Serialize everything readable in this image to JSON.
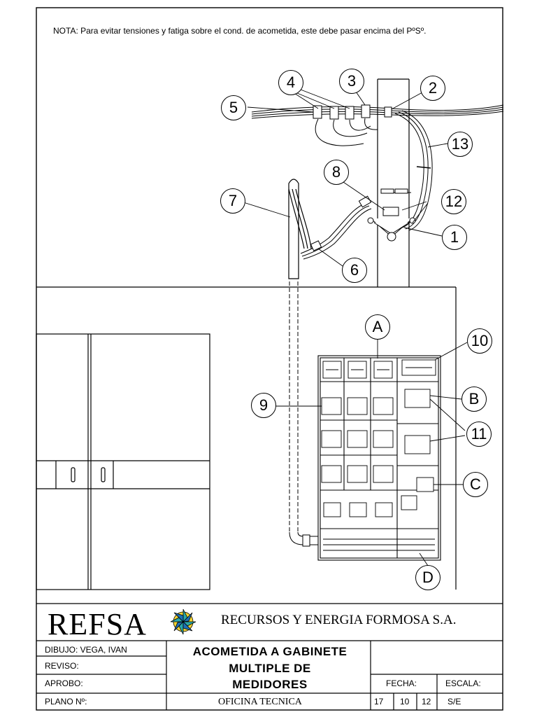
{
  "note": "NOTA: Para evitar tensiones y fatiga sobre el cond. de acometida, este debe pasar encima del PºSº.",
  "callouts": {
    "c1": "1",
    "c2": "2",
    "c3": "3",
    "c4": "4",
    "c5": "5",
    "c6": "6",
    "c7": "7",
    "c8": "8",
    "c9": "9",
    "c10": "10",
    "c11": "11",
    "c12": "12",
    "c13": "13",
    "cA": "A",
    "cB": "B",
    "cC": "C",
    "cD": "D"
  },
  "title_block": {
    "logo": "REFSA",
    "company": "RECURSOS Y ENERGIA FORMOSA S.A.",
    "dibujo": "DIBUJO: VEGA, IVAN",
    "reviso": "REVISO:",
    "aprobo": "APROBO:",
    "plano": "PLANO Nº:",
    "title_1": "ACOMETIDA  A GABINETE",
    "title_2": "MULTIPLE DE",
    "title_3": "MEDIDORES",
    "office": "OFICINA TECNICA",
    "fecha_label": "FECHA:",
    "escala_label": "ESCALA:",
    "fecha_d": "17",
    "fecha_m": "10",
    "fecha_y": "12",
    "escala": "S/E"
  }
}
